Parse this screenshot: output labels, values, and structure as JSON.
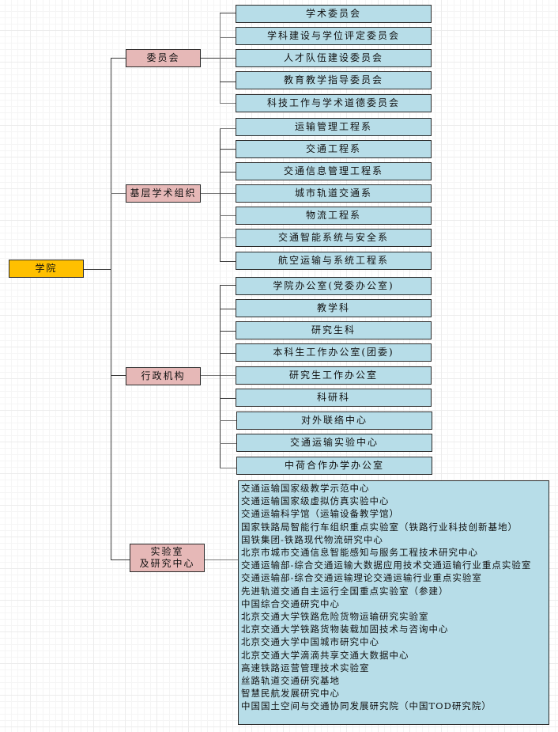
{
  "root": {
    "label": "学院"
  },
  "categories": [
    {
      "label": "委员会",
      "children": [
        "学术委员会",
        "学科建设与学位评定委员会",
        "人才队伍建设委员会",
        "教育教学指导委员会",
        "科技工作与学术道德委员会"
      ]
    },
    {
      "label": "基层学术组织",
      "children": [
        "运输管理工程系",
        "交通工程系",
        "交通信息管理工程系",
        "城市轨道交通系",
        "物流工程系",
        "交通智能系统与安全系",
        "航空运输与系统工程系"
      ]
    },
    {
      "label": "行政机构",
      "children": [
        "学院办公室(党委办公室)",
        "教学科",
        "研究生科",
        "本科生工作办公室(团委)",
        "研究生工作办公室",
        "科研科",
        "对外联络中心",
        "交通运输实验中心",
        "中荷合作办学办公室"
      ]
    },
    {
      "label_line1": "实验室",
      "label_line2": "及研究中心",
      "children": [
        "交通运输国家级教学示范中心",
        "交通运输国家级虚拟仿真实验中心",
        "交通运输科学馆（运输设备教学馆）",
        "国家铁路局智能行车组织重点实验室（铁路行业科技创新基地）",
        "国铁集团-铁路现代物流研究中心",
        "北京市城市交通信息智能感知与服务工程技术研究中心",
        "交通运输部-综合交通运输大数据应用技术交通运输行业重点实验室",
        "交通运输部-综合交通运输理论交通运输行业重点实验室",
        "先进轨道交通自主运行全国重点实验室（参建）",
        "中国综合交通研究中心",
        "北京交通大学铁路危险货物运输研究实验室",
        "北京交通大学铁路货物装载加固技术与咨询中心",
        "北京交通大学中国城市研究中心",
        "北京交通大学滴滴共享交通大数据中心",
        "高速铁路运营管理技术实验室",
        "丝路轨道交通研究基地",
        "智慧民航发展研究中心",
        "中国国土空间与交通协同发展研究院（中国TOD研究院）"
      ]
    }
  ],
  "colors": {
    "root": "#ffc000",
    "category": "#e6b8b7",
    "leaf": "#b7dde8"
  }
}
